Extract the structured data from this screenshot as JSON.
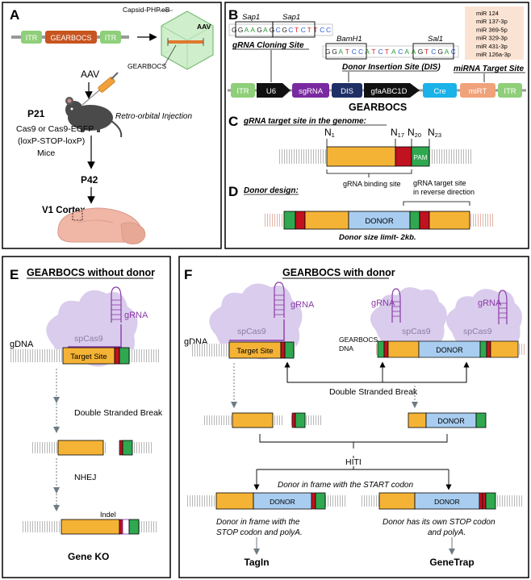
{
  "panelA": {
    "letter": "A",
    "itr_left": "ITR",
    "gearbocs": "GEARBOCS",
    "itr_right": "ITR",
    "capsid_label": "Capsid-PHP.eB",
    "aav_capsid_label": "AAV",
    "gearbocs_pointer": "GEARBOCS",
    "aav": "AAV",
    "p21": "P21",
    "injection": "Retro-orbital Injection",
    "mice_line1": "Cas9 or Cas9-EGFP",
    "mice_line2": "(loxP-STOP-loxP)",
    "mice_line3": "Mice",
    "p42": "P42",
    "v1": "V1 Cortex"
  },
  "panelB": {
    "letter": "B",
    "sap1_left": "Sap1",
    "sap1_right": "Sap1",
    "seq_sap": [
      "G",
      "G",
      "A",
      "A",
      "G",
      "A",
      "G",
      "C",
      "G",
      "C",
      "T",
      "C",
      "T",
      "T",
      "C",
      "C"
    ],
    "grna_cloning_site": "gRNA Cloning Site",
    "bamh1": "BamH1",
    "sal1": "Sal1",
    "seq_dis": [
      "G",
      "G",
      "A",
      "T",
      "C",
      "C",
      "A",
      "T",
      "C",
      "T",
      "A",
      "C",
      "A",
      "A",
      "G",
      "T",
      "C",
      "G",
      "A",
      "C"
    ],
    "donor_insertion_site": "Donor Insertion Site (DIS)",
    "mirna_list": [
      "miR 124",
      "miR 137-3p",
      "miR 369-5p",
      "miR 329-3p",
      "miR 431-3p",
      "miR 126a-3p"
    ],
    "mirna_target_site": "miRNA Target Site",
    "construct": {
      "itr_left": "ITR",
      "u6": "U6",
      "sgrna": "sgRNA",
      "dis": "DIS",
      "gfaabc1d": "gfaABC1D",
      "cre": "Cre",
      "mirt": "miRT",
      "itr_right": "ITR"
    },
    "gearbocs_label": "GEARBOCS"
  },
  "panelC": {
    "letter": "C",
    "title": "gRNA target site in the genome:",
    "n1": "N",
    "n1_sub": "1",
    "n17": "N",
    "n17_sub": "17",
    "n20": "N",
    "n20_sub": "20",
    "n23": "N",
    "n23_sub": "23",
    "pam": "PAM",
    "binding_site": "gRNA binding site"
  },
  "panelD": {
    "letter": "D",
    "title": "Donor design:",
    "target_reverse_line1": "gRNA target site",
    "target_reverse_line2": "in reverse direction",
    "donor": "DONOR",
    "size_limit": "Donor size limit- 2kb."
  },
  "panelE": {
    "letter": "E",
    "title": "GEARBOCS without donor",
    "grna": "gRNA",
    "spcas9": "spCas9",
    "gdna": "gDNA",
    "target_site": "Target Site",
    "dsb": "Double Stranded Break",
    "nhej": "NHEJ",
    "indel": "Indel",
    "gene_ko": "Gene KO"
  },
  "panelF": {
    "letter": "F",
    "title": "GEARBOCS with donor",
    "grna_1": "gRNA",
    "grna_2": "gRNA",
    "grna_3": "gRNA",
    "spcas9_1": "spCas9",
    "spcas9_2": "spCas9",
    "spcas9_3": "spCas9",
    "gdna": "gDNA",
    "gearbocs_dna_line1": "GEARBOCS",
    "gearbocs_dna_line2": "DNA",
    "target_site": "Target Site",
    "donor_top": "DONOR",
    "dsb": "Double Stranded Break",
    "donor_cut": "DONOR",
    "hiti": "HITI",
    "start_codon": "Donor in frame with the START codon",
    "donor_left": "DONOR",
    "donor_right": "DONOR",
    "stop_line1": "Donor in frame with the",
    "stop_line2": "STOP codon and polyA.",
    "own_stop_line1": "Donor has its own STOP codon",
    "own_stop_line2": "and polyA.",
    "tagin": "TagIn",
    "genetrap": "GeneTrap"
  },
  "colors": {
    "itr": "#8fcf7a",
    "gearbocs_bar": "#c8541f",
    "target": "#f5b335",
    "red": "#c0121f",
    "pam_green": "#2fa84f",
    "donor": "#a8cdf0",
    "sgrna": "#7a2aa0",
    "dis": "#1e2f66",
    "cre": "#1ab2e8",
    "mirt": "#f0a27a",
    "mirna_box": "#fbe3d3",
    "cas9": "#d6c6ea",
    "grna_line": "#8a3aa8",
    "brain": "#f0b6a6"
  }
}
